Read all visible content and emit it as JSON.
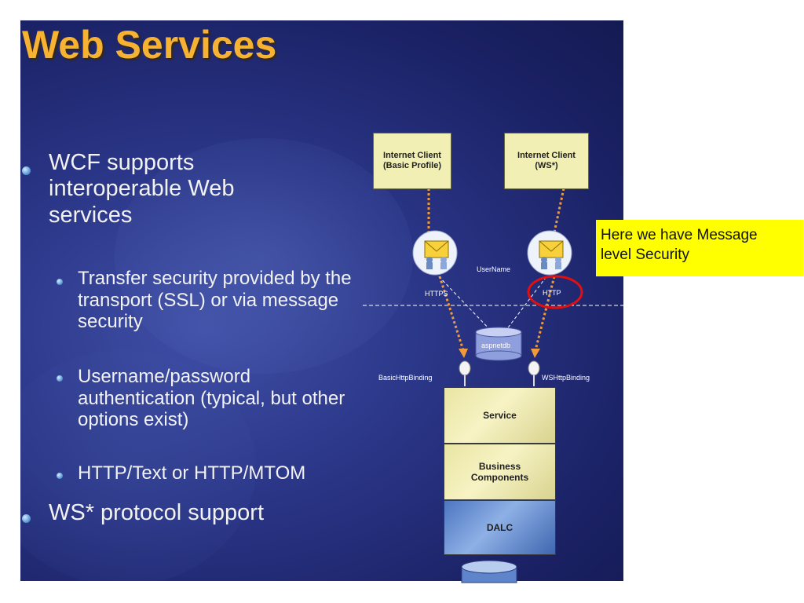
{
  "slide": {
    "title": "Web Services",
    "bullets": [
      {
        "text": "WCF supports interoperable Web services"
      },
      {
        "text": "Transfer security provided by the transport (SSL) or via message security"
      },
      {
        "text": "Username/password authentication (typical, but other options exist)"
      },
      {
        "text": "HTTP/Text or HTTP/MTOM"
      },
      {
        "text": "WS* protocol support"
      }
    ]
  },
  "diagram": {
    "client_basic": "Internet Client\n(Basic Profile)",
    "client_ws": "Internet Client\n(WS*)",
    "username_label": "UserName",
    "https_label": "HTTPS",
    "http_label": "HTTP",
    "db_label": "aspnetdb",
    "binding_basic": "BasicHttpBinding",
    "binding_ws": "WSHttpBinding",
    "layer_service": "Service",
    "layer_business": "Business\nComponents",
    "layer_dalc": "DALC",
    "arrow_color": "#f09a3a",
    "highlight_color": "#e01010"
  },
  "callout": {
    "text": "Here we have Message\n level Security",
    "color": "#ffff00"
  }
}
